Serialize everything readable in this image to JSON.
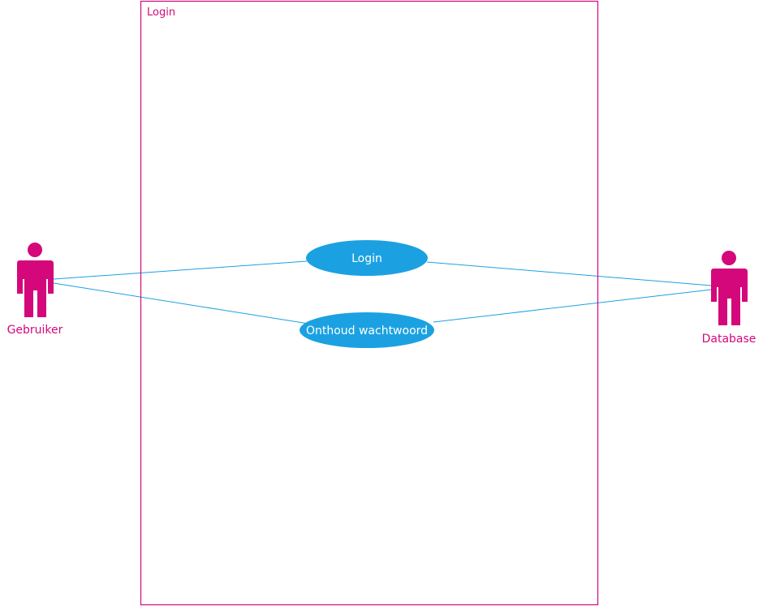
{
  "diagram": {
    "system_boundary": {
      "label": "Login"
    },
    "actors": [
      {
        "id": "gebruiker",
        "label": "Gebruiker"
      },
      {
        "id": "database",
        "label": "Database"
      }
    ],
    "use_cases": [
      {
        "id": "login",
        "label": "Login"
      },
      {
        "id": "onthoud",
        "label": "Onthoud wachtwoord"
      }
    ],
    "associations": [
      {
        "from": "gebruiker",
        "to": "login"
      },
      {
        "from": "gebruiker",
        "to": "onthoud"
      },
      {
        "from": "login",
        "to": "database"
      },
      {
        "from": "onthoud",
        "to": "database"
      }
    ],
    "colors": {
      "accent": "#d4087a",
      "use_case_fill": "#1ba1e2",
      "use_case_text": "#ffffff",
      "line": "#1ba1e2"
    }
  }
}
